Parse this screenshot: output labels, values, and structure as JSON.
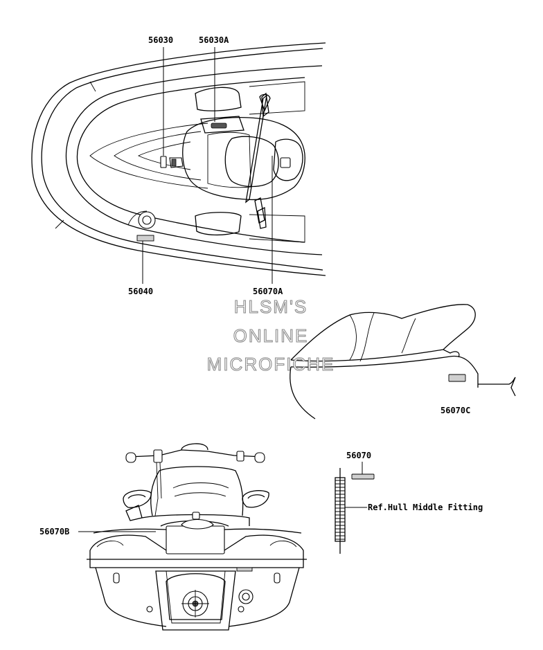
{
  "parts": {
    "p56030": "56030",
    "p56030a": "56030A",
    "p56040": "56040",
    "p56070a": "56070A",
    "p56070c": "56070C",
    "p56070": "56070",
    "p56070b": "56070B",
    "ref_hull": "Ref.Hull Middle Fitting"
  },
  "watermark": {
    "line1": "HLSM'S",
    "line2": "ONLINE",
    "line3": "MICROFICHE"
  }
}
